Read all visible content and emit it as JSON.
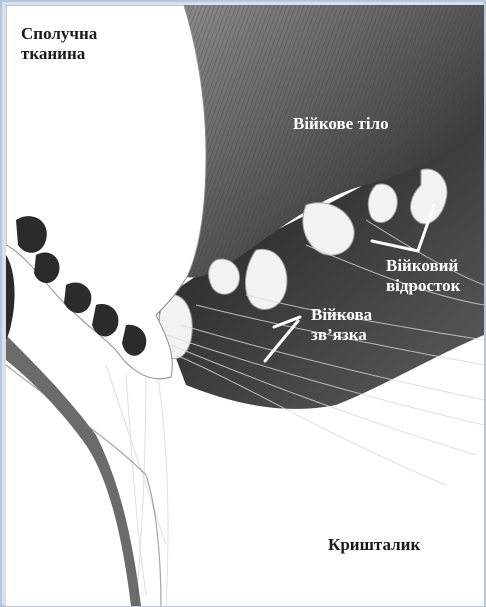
{
  "labels": {
    "connective_tissue_line1": "Сполучна",
    "connective_tissue_line2": "тканина",
    "ciliary_body": "Війкове тіло",
    "ciliary_process_line1": "Війковий",
    "ciliary_process_line2": "відросток",
    "ciliary_zonule_line1": "Війкова",
    "ciliary_zonule_line2": "зв’язка",
    "lens": "Кришталик"
  },
  "colors": {
    "frame": "#b9c6da",
    "background": "#d6e0ee",
    "tissue_dark": "#2a2a2a",
    "tissue_white": "#ffffff",
    "label_dark": "#1a1a1a",
    "label_light": "#ffffff"
  }
}
